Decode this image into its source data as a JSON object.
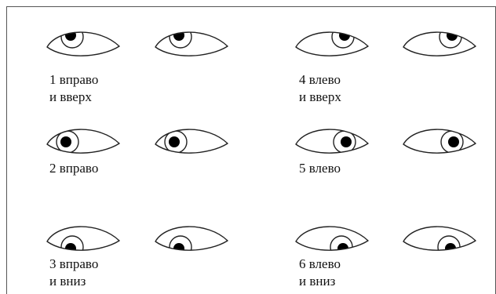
{
  "groups": [
    {
      "id": "g1",
      "line1": "1 вправо",
      "line2": "и вверх",
      "gaze": "right-up"
    },
    {
      "id": "g2",
      "line1": "2 вправо",
      "line2": "",
      "gaze": "right"
    },
    {
      "id": "g3",
      "line1": "3 вправо",
      "line2": "и вниз",
      "gaze": "right-down"
    },
    {
      "id": "g4",
      "line1": "4 влево",
      "line2": "и вверх",
      "gaze": "left-up"
    },
    {
      "id": "g5",
      "line1": "5 влево",
      "line2": "",
      "gaze": "left"
    },
    {
      "id": "g6",
      "line1": "6 влево",
      "line2": "и вниз",
      "gaze": "left-down"
    }
  ],
  "colors": {
    "stroke": "#222222",
    "pupil": "#000000",
    "border": "#555555"
  }
}
